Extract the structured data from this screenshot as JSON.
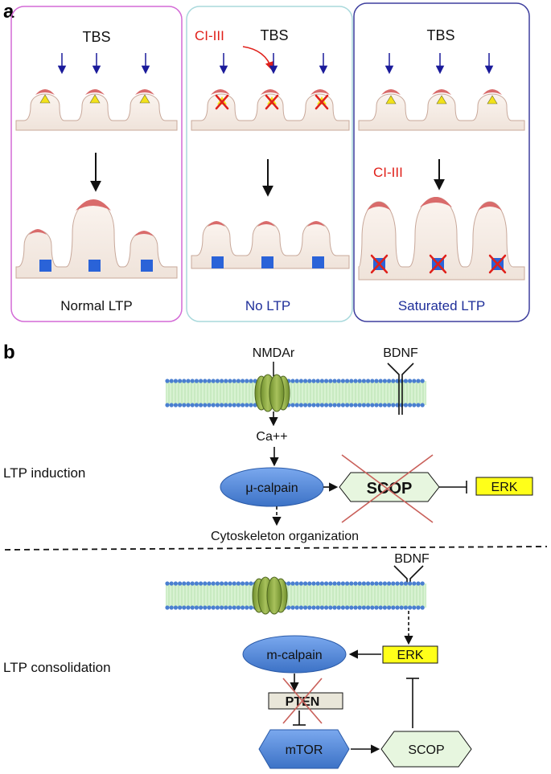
{
  "panel_a": {
    "letter": "a",
    "columns": [
      {
        "stimulus": "TBS",
        "caption": "Normal LTP",
        "inhibitor": "",
        "frame_color": "#d36ad6",
        "caption_color": "#111111"
      },
      {
        "stimulus": "TBS",
        "caption": "No LTP",
        "inhibitor": "CI-III",
        "frame_color": "#a9d9dc",
        "caption_color": "#1f2f9a"
      },
      {
        "stimulus": "TBS",
        "caption": "Saturated LTP",
        "inhibitor": "CI-III",
        "frame_color": "#3e3f9e",
        "caption_color": "#1f2f9a"
      }
    ]
  },
  "panel_b": {
    "letter": "b",
    "induction": {
      "section_label": "LTP induction",
      "receptor_label": "NMDAr",
      "bdnf_label": "BDNF",
      "ion_label": "Ca++",
      "protease_label": "μ-calpain",
      "scop_label": "SCOP",
      "erk_label": "ERK",
      "outcome_label": "Cytoskeleton organization"
    },
    "consolidation": {
      "section_label": "LTP consolidation",
      "bdnf_label": "BDNF",
      "erk_label": "ERK",
      "protease_label": "m-calpain",
      "pten_label": "PTEN",
      "mtor_label": "mTOR",
      "scop_label": "SCOP"
    }
  },
  "colors": {
    "inhibitor_red": "#e0201a",
    "arrow_blue": "#1a1a9a",
    "triangle_yellow": "#f2e21a",
    "square_blue": "#2a63d8",
    "membrane_green": "#d6f1cf",
    "membrane_bead": "#4a7fd0",
    "channel_green": "#8aa83e",
    "calpain_blue": "#4f88d6",
    "scop_green": "#e7f6df",
    "erk_yellow": "#ffff19",
    "pten_grey": "#e9e6d9"
  }
}
